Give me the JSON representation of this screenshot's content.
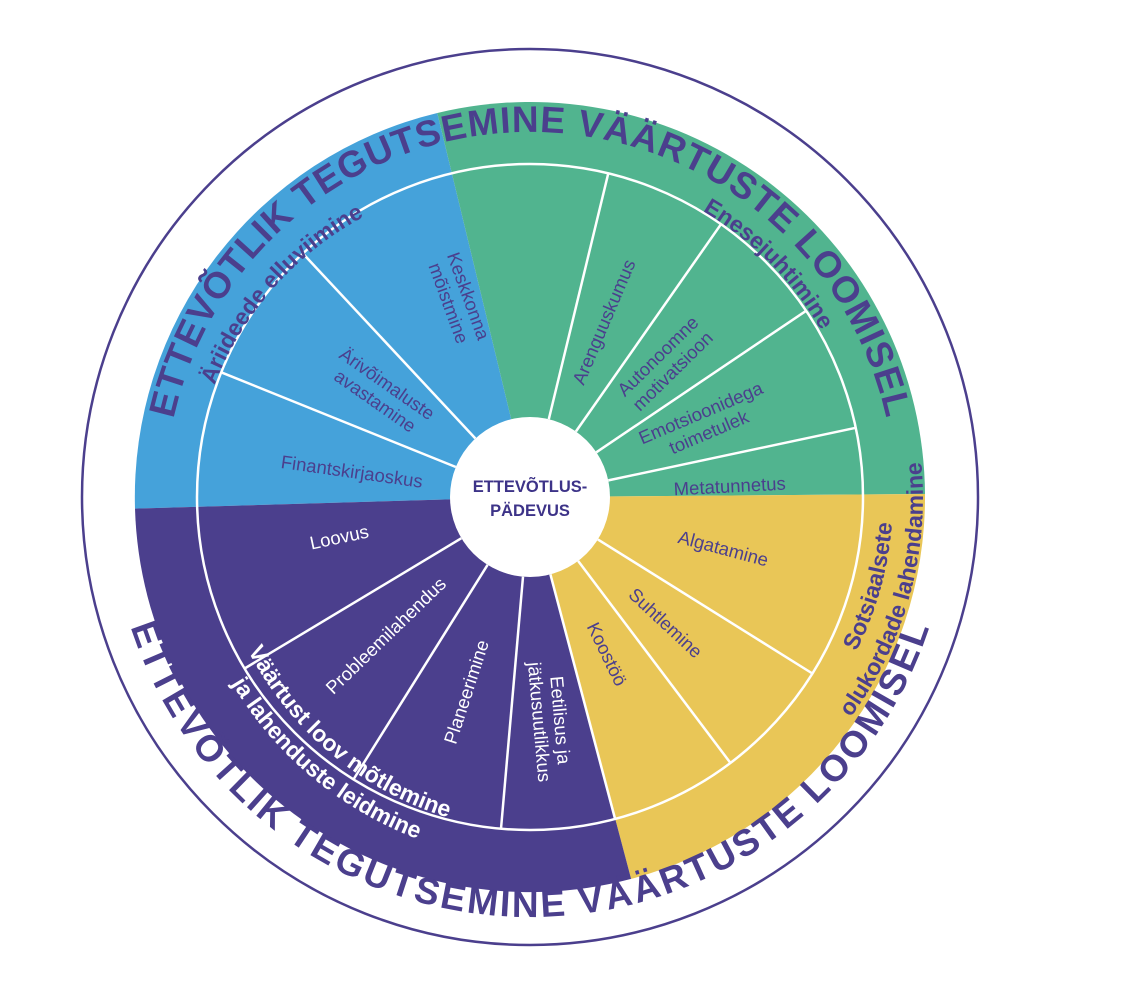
{
  "colors": {
    "blue": "#45a2da",
    "green": "#51b48f",
    "yellow": "#e9c657",
    "purple": "#4b3f8d",
    "outline": "#4b3f8d"
  },
  "center": {
    "line1": "ETTEVÕTLUS-",
    "line2": "PÄDEVUS"
  },
  "outer_ring": {
    "top": "ETTEVÕTLIK TEGUTSEMINE VÄÄRTUSTE LOOMISEL",
    "bottom": "ETTEVÕTLIK TEGUTSEMINE VÄÄRTUSTE LOOMISEL"
  },
  "quadrants": {
    "blue": {
      "title": "Äriideede elluviimine",
      "items": [
        {
          "lines": [
            "Finantskirjaoskus"
          ]
        },
        {
          "lines": [
            "Ärivõimaluste",
            "avastamine"
          ]
        },
        {
          "lines": [
            "Keskkonna",
            "mõistmine"
          ]
        }
      ]
    },
    "green": {
      "title": "Enesejuhtimine",
      "items": [
        {
          "lines": [
            "Arenguuskumus"
          ]
        },
        {
          "lines": [
            "Autonoomne",
            "motivatsioon"
          ]
        },
        {
          "lines": [
            "Emotsioonidega",
            "toimetulek"
          ]
        },
        {
          "lines": [
            "Metatunnetus"
          ]
        }
      ]
    },
    "yellow": {
      "title_lines": [
        "Sotsiaalsete",
        "olukordade lahendamine"
      ],
      "items": [
        {
          "lines": [
            "Algatamine"
          ]
        },
        {
          "lines": [
            "Suhtlemine"
          ]
        },
        {
          "lines": [
            "Koostöö"
          ]
        }
      ]
    },
    "purple": {
      "title_lines": [
        "Väärtust loov mõtlemine",
        "ja lahenduste leidmine"
      ],
      "items": [
        {
          "lines": [
            "Loovus"
          ]
        },
        {
          "lines": [
            "Probleemilahendus"
          ]
        },
        {
          "lines": [
            "Planeerimine"
          ]
        },
        {
          "lines": [
            "Eetilisus ja",
            "jätkusuutlikkus"
          ]
        }
      ]
    }
  }
}
